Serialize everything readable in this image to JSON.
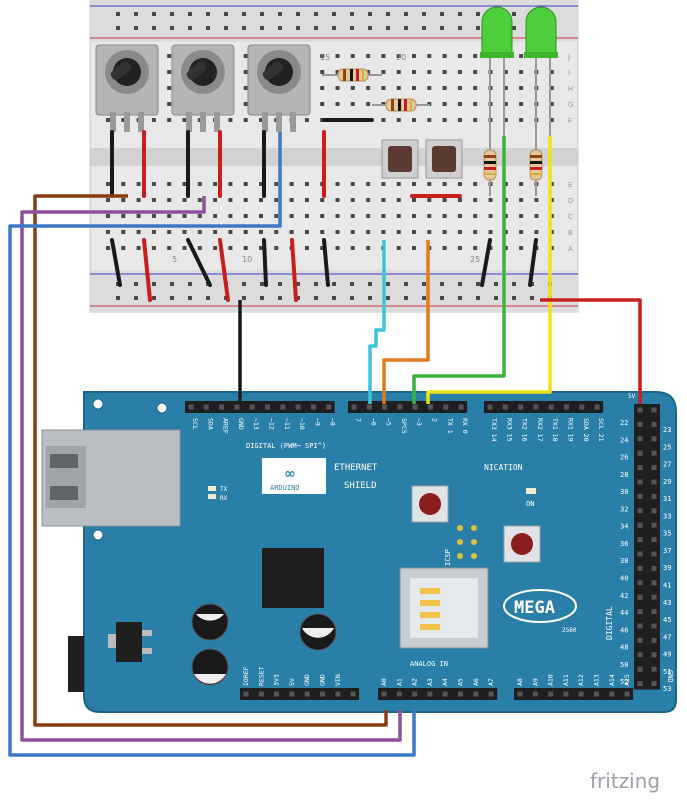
{
  "breadboard": {
    "col_labels": [
      "5",
      "10",
      "15",
      "20",
      "25"
    ],
    "row_labels": [
      "J",
      "I",
      "H",
      "G",
      "F",
      "E",
      "D",
      "C",
      "B",
      "A"
    ]
  },
  "shield": {
    "brand_name": "ARDUINO",
    "product_line1": "ETHERNET",
    "product_line2": "SHIELD",
    "digital_header_title": "DIGITAL (PWM~ SPI^)",
    "comm_label": "NICATION",
    "on_label": "ON",
    "tx_label": "TX",
    "rx_label": "RX",
    "icsp_label": "ICSP",
    "analog_in_label": "ANALOG IN",
    "mega_label": "MEGA",
    "mega_model": "2560",
    "digital_side_label": "DIGITAL",
    "gnd_label": "GND",
    "pin_5v": "5V",
    "top_left_pins": [
      "SCL",
      "SDA",
      "AREF",
      "GND",
      "~13",
      "~12",
      "~11",
      "~10",
      "~9",
      "~8"
    ],
    "top_mid_pins": [
      "7",
      "~6",
      "~5",
      "SPCS",
      "~3",
      "2",
      "TX 1",
      "RX 0"
    ],
    "top_right_pins": [
      "TX3 14",
      "RX3 15",
      "TX2 16",
      "RX2 17",
      "TX1 18",
      "RX1 19",
      "SDA 20",
      "SCL 21"
    ],
    "power_pins": [
      "IOREF",
      "RESET",
      "3V3",
      "5V",
      "GND",
      "GND",
      "VIN"
    ],
    "analog_pins": [
      "A0",
      "A1",
      "A2",
      "A3",
      "A4",
      "A5",
      "A6",
      "A7"
    ],
    "analog_pins2": [
      "A8",
      "A9",
      "A10",
      "A11",
      "A12",
      "A13",
      "A14",
      "A15"
    ],
    "side_left_numbers": [
      "22",
      "24",
      "26",
      "28",
      "30",
      "32",
      "34",
      "36",
      "38",
      "40",
      "42",
      "44",
      "46",
      "48",
      "50",
      "52"
    ],
    "side_right_numbers": [
      "23",
      "25",
      "27",
      "29",
      "31",
      "33",
      "35",
      "37",
      "39",
      "41",
      "43",
      "45",
      "47",
      "49",
      "51",
      "53"
    ]
  },
  "branding": {
    "footer_logo": "fritzing"
  },
  "colors": {
    "board_blue": "#2a7fa8",
    "wire_brown": "#8b3b0f",
    "wire_purple": "#8f4f9e",
    "wire_blue": "#3c78c8",
    "wire_cyan": "#3ec3d6",
    "wire_orange": "#e07a1f",
    "wire_green": "#3cb43c",
    "wire_yellow": "#f2e11a",
    "wire_red": "#c81e1e",
    "wire_black": "#1a1a1a",
    "led_green": "#4ccf3a"
  }
}
